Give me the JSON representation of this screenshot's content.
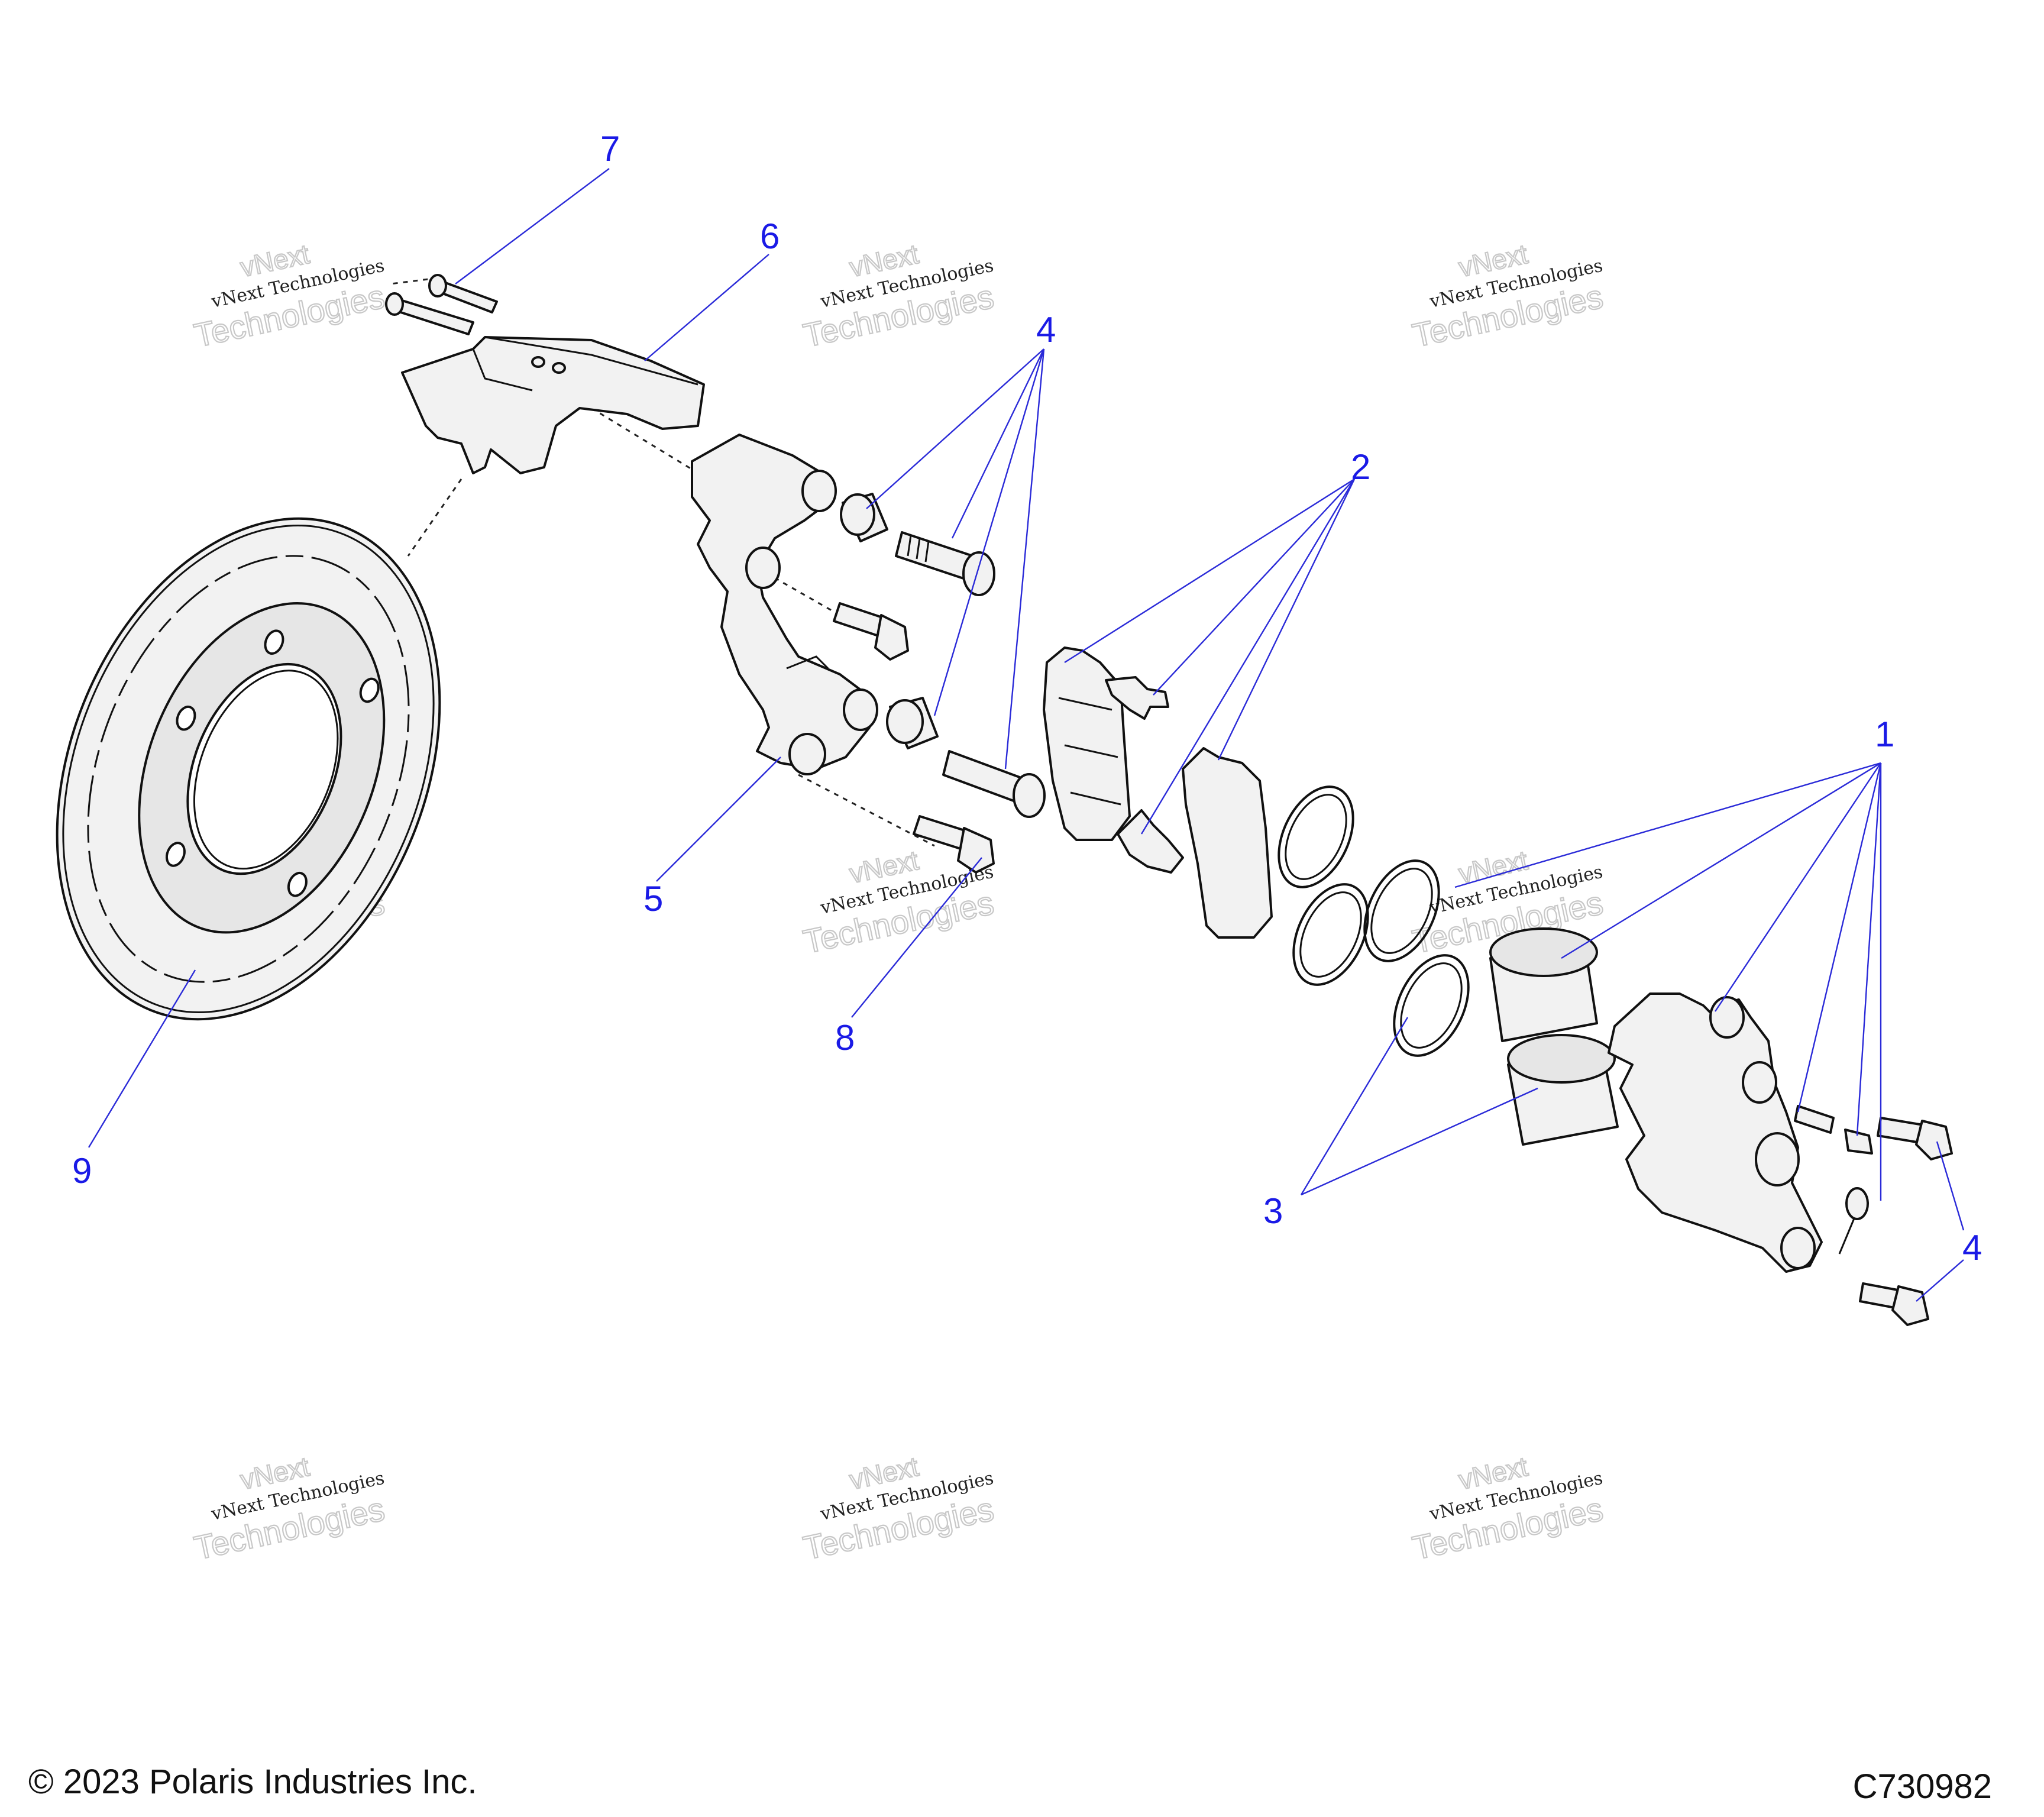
{
  "callouts": [
    {
      "id": "callout-7",
      "label": "7"
    },
    {
      "id": "callout-6",
      "label": "6"
    },
    {
      "id": "callout-4-top",
      "label": "4"
    },
    {
      "id": "callout-2",
      "label": "2"
    },
    {
      "id": "callout-1",
      "label": "1"
    },
    {
      "id": "callout-5",
      "label": "5"
    },
    {
      "id": "callout-8",
      "label": "8"
    },
    {
      "id": "callout-9",
      "label": "9"
    },
    {
      "id": "callout-3",
      "label": "3"
    },
    {
      "id": "callout-4-right",
      "label": "4"
    }
  ],
  "watermark": {
    "line1": "vNext Technologies",
    "line2": "Technologies",
    "line3": "vNext"
  },
  "footer": {
    "copyright": "© 2023 Polaris Industries Inc.",
    "figure_code": "C730982"
  },
  "colors": {
    "callout": "#1a1ae6",
    "leader": "#2a2ad8",
    "line_art": "#111111",
    "watermark_outline": "#c8c8c8"
  }
}
